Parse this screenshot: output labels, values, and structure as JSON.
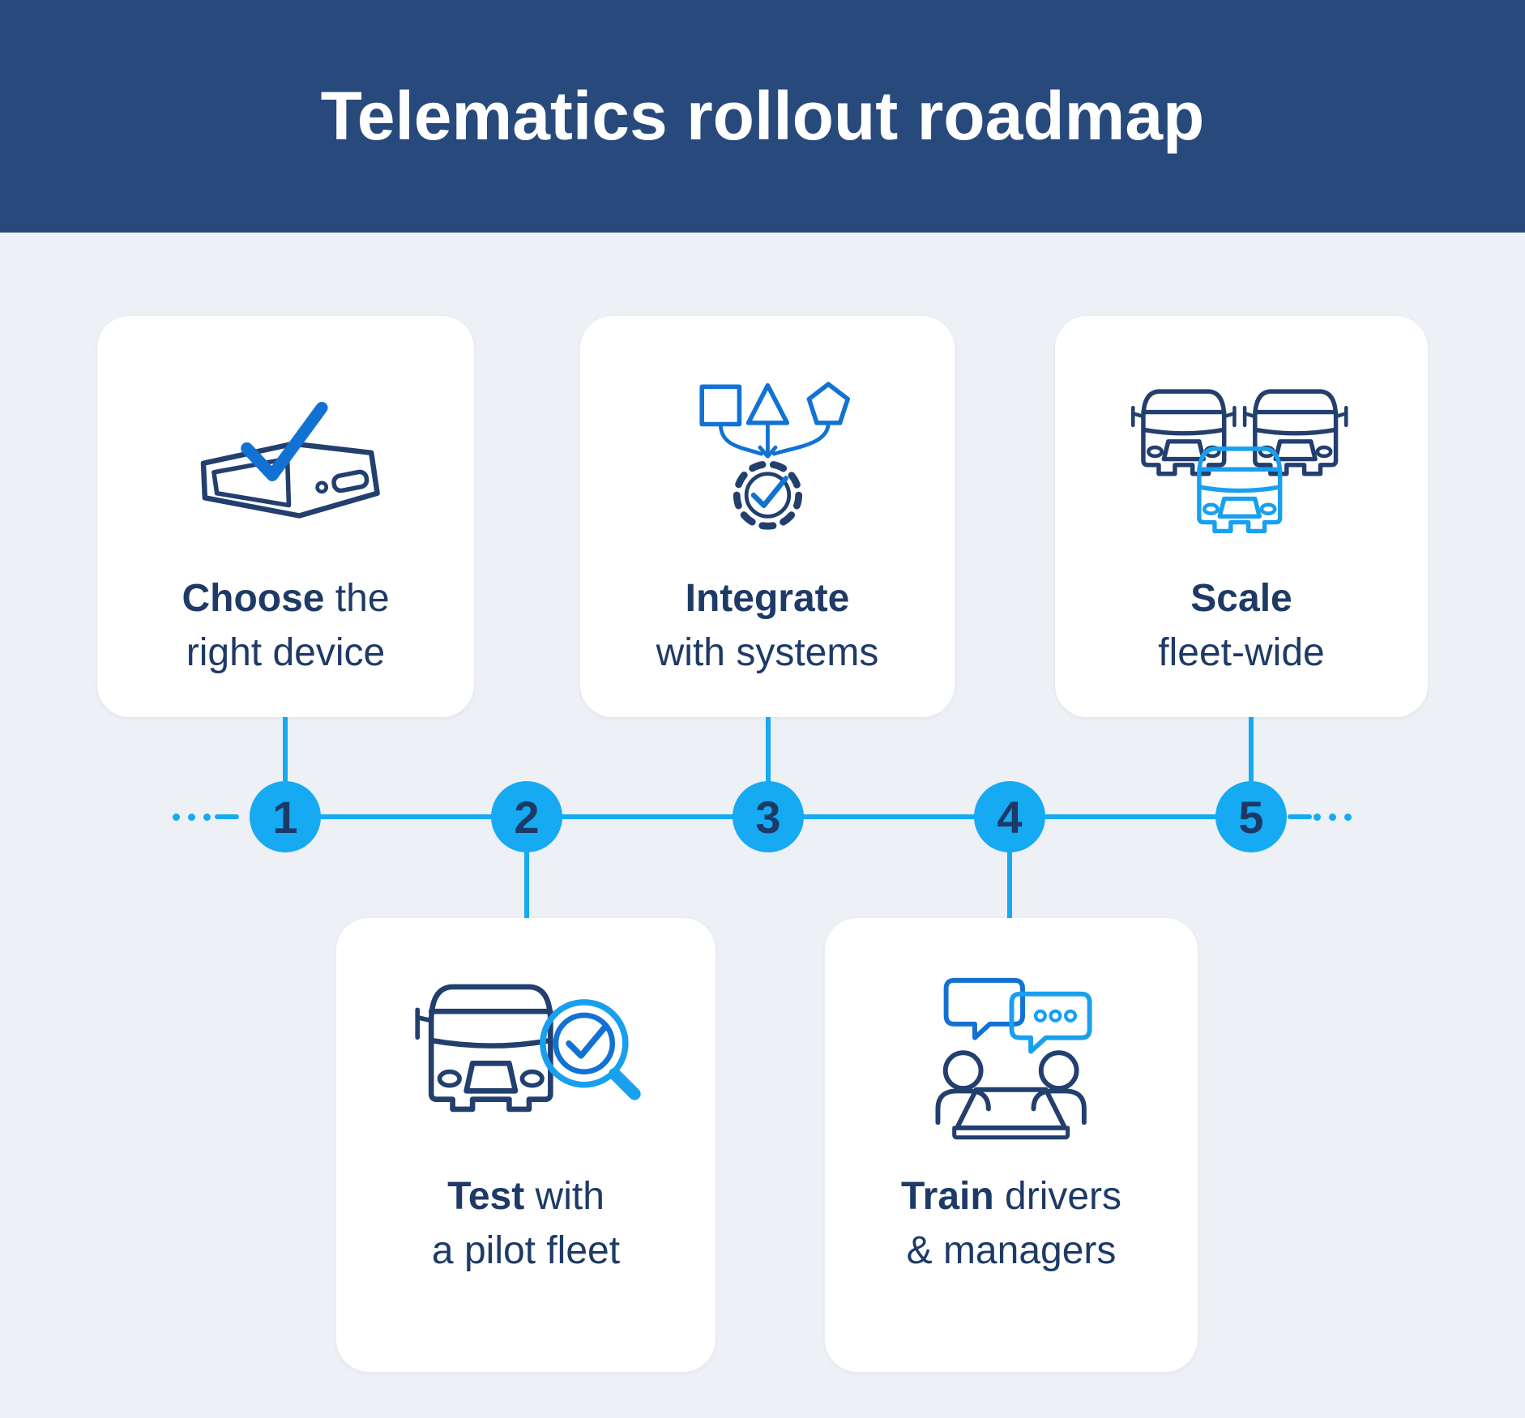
{
  "page": {
    "background": "#EDF0F5"
  },
  "header": {
    "title": "Telematics rollout roadmap",
    "background": "#28497B",
    "text_color": "#FFFFFF"
  },
  "colors": {
    "timeline_blue": "#15AAF2",
    "icon_azure": "#18A0EF",
    "icon_medium_blue": "#1272D4",
    "icon_navy": "#223F6E",
    "text_navy": "#1E3A66",
    "step_number_navy": "#1D3A66",
    "card_background": "#FFFFFF"
  },
  "timeline": {
    "steps": [
      {
        "number": "1",
        "label_bold": "Choose",
        "label_rest": " the",
        "label_line2": "right device",
        "icon": "device-check-icon",
        "card_position": "top"
      },
      {
        "number": "2",
        "label_bold": "Test",
        "label_rest": " with",
        "label_line2": "a pilot fleet",
        "icon": "truck-inspection-icon",
        "card_position": "bottom"
      },
      {
        "number": "3",
        "label_bold": "Integrate",
        "label_rest": "",
        "label_line2": "with systems",
        "icon": "system-integration-icon",
        "card_position": "top"
      },
      {
        "number": "4",
        "label_bold": "Train",
        "label_rest": " drivers",
        "label_line2": "& managers",
        "icon": "people-training-icon",
        "card_position": "bottom"
      },
      {
        "number": "5",
        "label_bold": "Scale",
        "label_rest": "",
        "label_line2": "fleet-wide",
        "icon": "fleet-trucks-icon",
        "card_position": "top"
      }
    ]
  }
}
